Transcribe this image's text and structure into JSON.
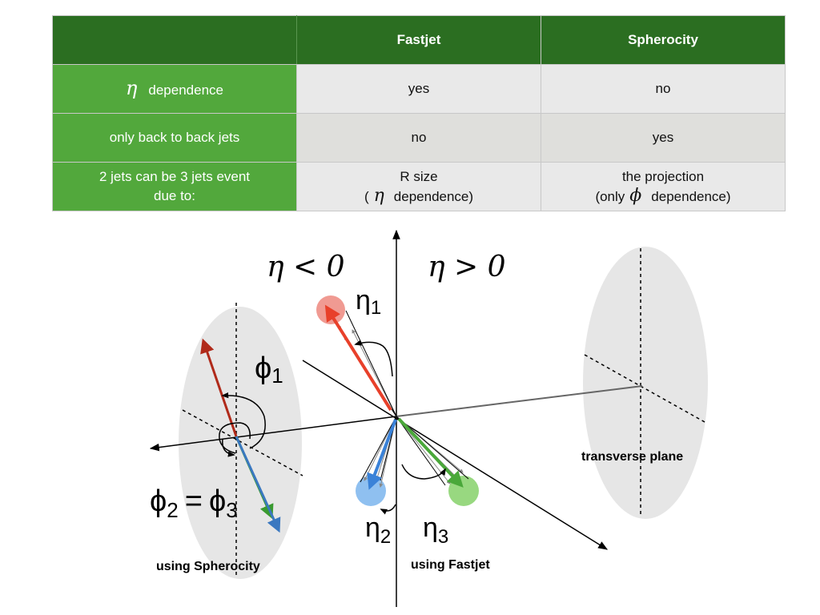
{
  "table": {
    "header": [
      "",
      "Fastjet",
      "Spherocity"
    ],
    "rows": [
      {
        "label_symbol": "η",
        "label_text": "dependence",
        "fastjet": "yes",
        "spherocity": "no"
      },
      {
        "label_text": "only back to back jets",
        "fastjet": "no",
        "spherocity": "yes"
      },
      {
        "label_line1": "2 jets can be 3 jets event",
        "label_line2": "due to:",
        "fastjet_line1": "R size",
        "fastjet_line2_open": "(",
        "fastjet_line2_symbol": "η",
        "fastjet_line2_text": "dependence)",
        "spherocity_line1": "the projection",
        "spherocity_line2_open": "(only",
        "spherocity_line2_symbol": "ϕ",
        "spherocity_line2_text": "dependence)"
      }
    ]
  },
  "diagram": {
    "eta_negative": "η < 0",
    "eta_positive": "η > 0",
    "eta1_symbol": "η",
    "eta1_sub": "1",
    "eta2_symbol": "η",
    "eta2_sub": "2",
    "eta3_symbol": "η",
    "eta3_sub": "3",
    "phi1_symbol": "ϕ",
    "phi1_sub": "1",
    "phi23_left": "ϕ",
    "phi23_left_sub": "2",
    "phi23_eq": "=",
    "phi23_right": "ϕ",
    "phi23_right_sub": "3",
    "label_spherocity": "using Spherocity",
    "label_fastjet": "using Fastjet",
    "label_transverse": "transverse plane",
    "colors": {
      "jet1": "#e8402a",
      "jet1_dot": "#f09a92",
      "jet2": "#3a82d8",
      "jet2_dot": "#8fc0f0",
      "jet3": "#4aa83a",
      "jet3_dot": "#98d880",
      "phi_jet1": "#b02a1a",
      "phi_jet2": "#3a78c0",
      "phi_jet3": "#3a9a30",
      "ellipse": "#e6e6e6"
    }
  }
}
